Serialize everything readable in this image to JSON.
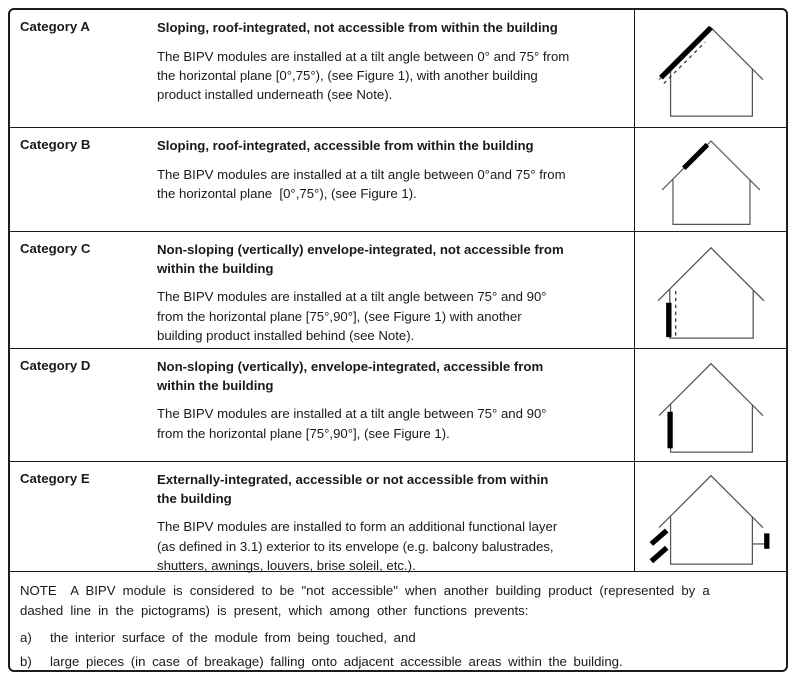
{
  "table": {
    "rows": [
      {
        "category": "Category A",
        "heading": "Sloping, roof-integrated, not accessible from within the building",
        "body": "The BIPV modules are installed at a tilt angle between 0° and 75° from\nthe horizontal plane [0°,75°), (see Figure 1), with another building\nproduct installed underneath (see Note).",
        "pictogram": "house-with-full-roof-module-and-dashed-underlayer"
      },
      {
        "category": "Category B",
        "heading": "Sloping, roof-integrated, accessible from within the building",
        "body": "The BIPV modules are installed at a tilt angle between 0°and 75° from\nthe horizontal plane  [0°,75°), (see Figure 1).",
        "pictogram": "house-with-partial-roof-module"
      },
      {
        "category": "Category C",
        "heading": "Non-sloping (vertically) envelope-integrated, not accessible from\nwithin the building",
        "body": "The BIPV modules are installed at a tilt angle between 75° and 90°\nfrom the horizontal plane [75°,90°], (see Figure 1) with another\nbuilding product installed behind (see Note).",
        "pictogram": "house-with-wall-module-and-dashed-backing"
      },
      {
        "category": "Category D",
        "heading": "Non-sloping (vertically), envelope-integrated, accessible from\nwithin the building",
        "body": "The BIPV modules are installed at a tilt angle between 75° and 90°\nfrom the horizontal plane [75°,90°], (see Figure 1).",
        "pictogram": "house-with-wall-module"
      },
      {
        "category": "Category E",
        "heading": "Externally-integrated, accessible or not accessible from within\nthe building",
        "body": "The BIPV modules are installed to form an additional functional layer\n(as defined in 3.1) exterior to its envelope (e.g. balcony balustrades,\nshutters, awnings, louvers, brise soleil, etc.).",
        "pictogram": "house-with-external-louvers-and-balcony-module"
      }
    ],
    "note": {
      "text": "NOTE  A BIPV module is considered to be \"not accessible\" when another building product (represented by a\ndashed line in the pictograms) is present, which among other functions prevents:",
      "items": [
        {
          "marker": "a)",
          "text": "the interior surface of the module from being touched, and"
        },
        {
          "marker": "b)",
          "text": "large pieces (in case of breakage) falling onto adjacent accessible areas within the building."
        }
      ]
    },
    "colors": {
      "border": "#1c1c1c",
      "text": "#1a1a1a",
      "house_outline": "#555555",
      "module": "#000000"
    }
  }
}
